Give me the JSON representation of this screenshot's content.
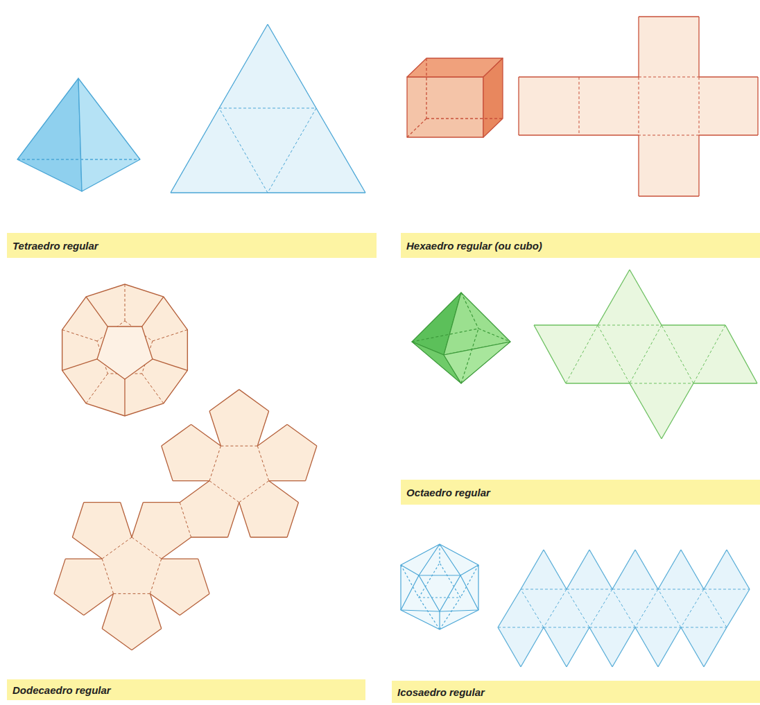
{
  "diagram": {
    "nodes": [
      {
        "text": [
          "Tetraedro regular"
        ]
      },
      {
        "text": [
          "Hexaedro regular (ou cubo)"
        ]
      },
      {
        "text": [
          "Octaedro regular"
        ]
      },
      {
        "text": [
          "Dodecaedro regular"
        ]
      },
      {
        "text": [
          "Icosaedro regular"
        ]
      }
    ]
  }
}
